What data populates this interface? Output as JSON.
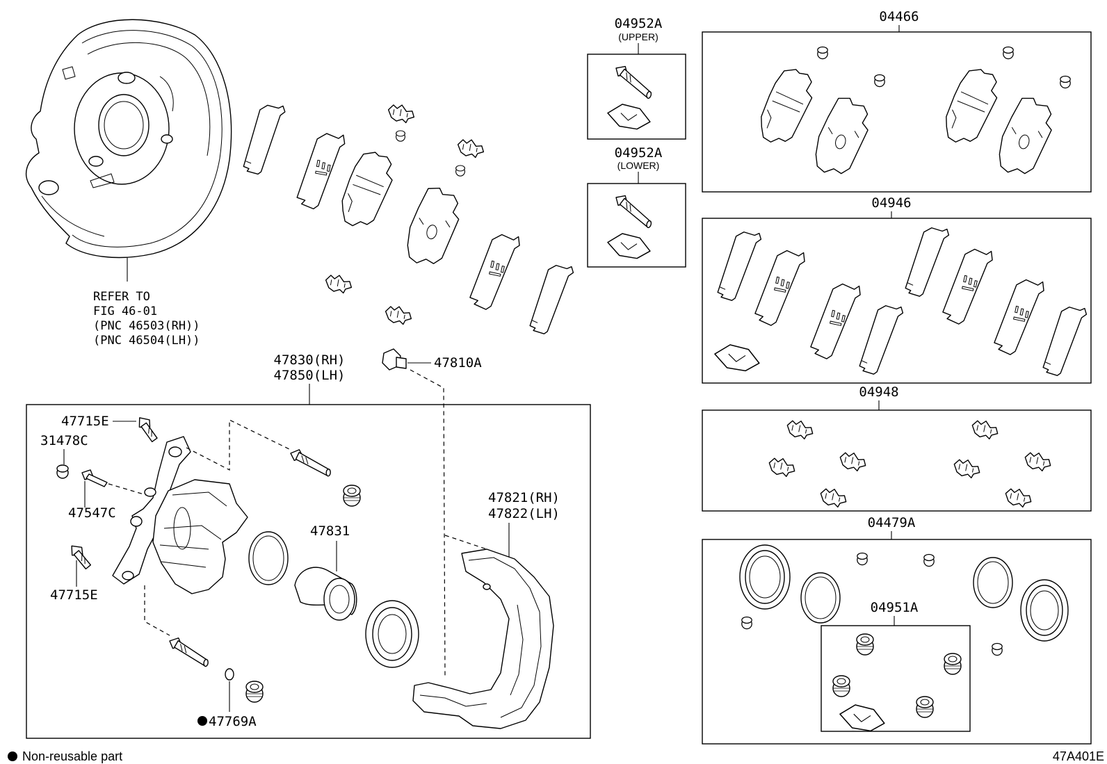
{
  "figure_code": "47A401E",
  "legend": {
    "symbol": "●",
    "text": "Non-reusable part"
  },
  "reference_note": {
    "lines": [
      "REFER TO",
      "FIG 46-01",
      "(PNC 46503(RH))",
      "(PNC 46504(LH))"
    ]
  },
  "labels": {
    "caliper_rh": "47830(RH)",
    "caliper_lh": "47850(LH)",
    "bolt_a": "47810A",
    "bolt_e_top": "47715E",
    "cap_c": "31478C",
    "bleeder_c": "47547C",
    "bolt_e_bottom": "47715E",
    "ring_a": "47769A",
    "piston": "47831",
    "mounting_rh": "47821(RH)",
    "mounting_lh": "47822(LH)"
  },
  "kits": {
    "guide_upper": {
      "code": "04952A",
      "sub": "(UPPER)"
    },
    "guide_lower": {
      "code": "04952A",
      "sub": "(LOWER)"
    },
    "pad_kit": {
      "code": "04466"
    },
    "shim_kit": {
      "code": "04946"
    },
    "clip_kit": {
      "code": "04948"
    },
    "seal_kit": {
      "code": "04479A"
    },
    "boot_kit": {
      "code": "04951A"
    }
  },
  "icons": {
    "pad": "brake-pad-icon",
    "shim": "anti-squeal-shim-icon",
    "clip": "pad-support-clip-icon",
    "pin": "guide-pin-icon",
    "seal": "seal-ring-icon",
    "boot": "dust-boot-icon",
    "grease": "grease-packet-icon"
  }
}
